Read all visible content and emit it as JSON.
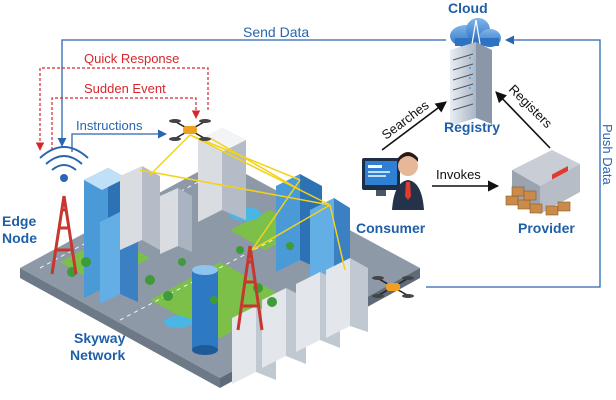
{
  "labels": {
    "cloud": "Cloud",
    "send_data": "Send Data",
    "quick_response": "Quick Response",
    "sudden_event": "Sudden Event",
    "instructions": "Instructions",
    "edge": "Edge",
    "node": "Node",
    "skyway": "Skyway",
    "network": "Network",
    "registry": "Registry",
    "searches": "Searches",
    "registers": "Registers",
    "consumer": "Consumer",
    "invokes": "Invokes",
    "provider": "Provider",
    "push_data": "Push Data"
  },
  "colors": {
    "flow_blue": "#2a66b0",
    "event_red": "#d7262b",
    "label_blue": "#1f5fa8",
    "ground_gray": "#8d99a6",
    "grass_green": "#7cc04a",
    "building_blue": "#4a9ad8",
    "building_gray": "#d9dde2",
    "tower_red": "#c7362f",
    "drone_orange": "#f0a020",
    "link_yellow": "#f2d21a"
  }
}
